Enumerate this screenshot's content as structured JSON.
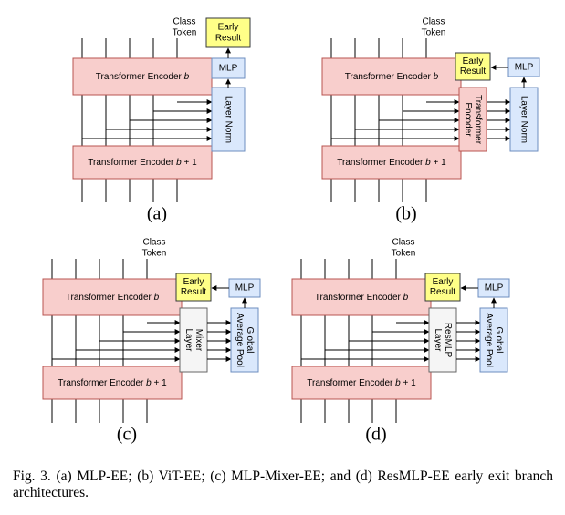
{
  "labels": {
    "class_token": [
      "Class",
      "Token"
    ],
    "early_result": [
      "Early",
      "Result"
    ],
    "mlp": "MLP",
    "layer_norm": "Layer Norm",
    "transformer_encoder": [
      "Transformer",
      "Encoder"
    ],
    "mixer_layer": [
      "Mixer",
      "Layer"
    ],
    "resmlp_layer": [
      "ResMLP",
      "Layer"
    ],
    "global_avg_pool": [
      "Global",
      "Average Pool"
    ],
    "encoder_b": "Transformer Encoder b",
    "encoder_b1": "Transformer Encoder b + 1"
  },
  "panels": [
    {
      "id": "a",
      "label": "(a)",
      "type": "mlp-ee"
    },
    {
      "id": "b",
      "label": "(b)",
      "type": "vit-ee"
    },
    {
      "id": "c",
      "label": "(c)",
      "type": "mixer-ee"
    },
    {
      "id": "d",
      "label": "(d)",
      "type": "resmlp-ee"
    }
  ],
  "caption": "Fig. 3.  (a) MLP-EE; (b) ViT-EE; (c) MLP-Mixer-EE; and (d) ResMLP-EE early exit branch architectures.",
  "colors": {
    "encoder_fill": "#f8cecc",
    "encoder_stroke": "#b85450",
    "blue_fill": "#dae8fc",
    "blue_stroke": "#6c8ebf",
    "yellow_fill": "#ffff88",
    "yellow_stroke": "#36393d",
    "gray_fill": "#f5f5f5",
    "gray_stroke": "#666666"
  }
}
